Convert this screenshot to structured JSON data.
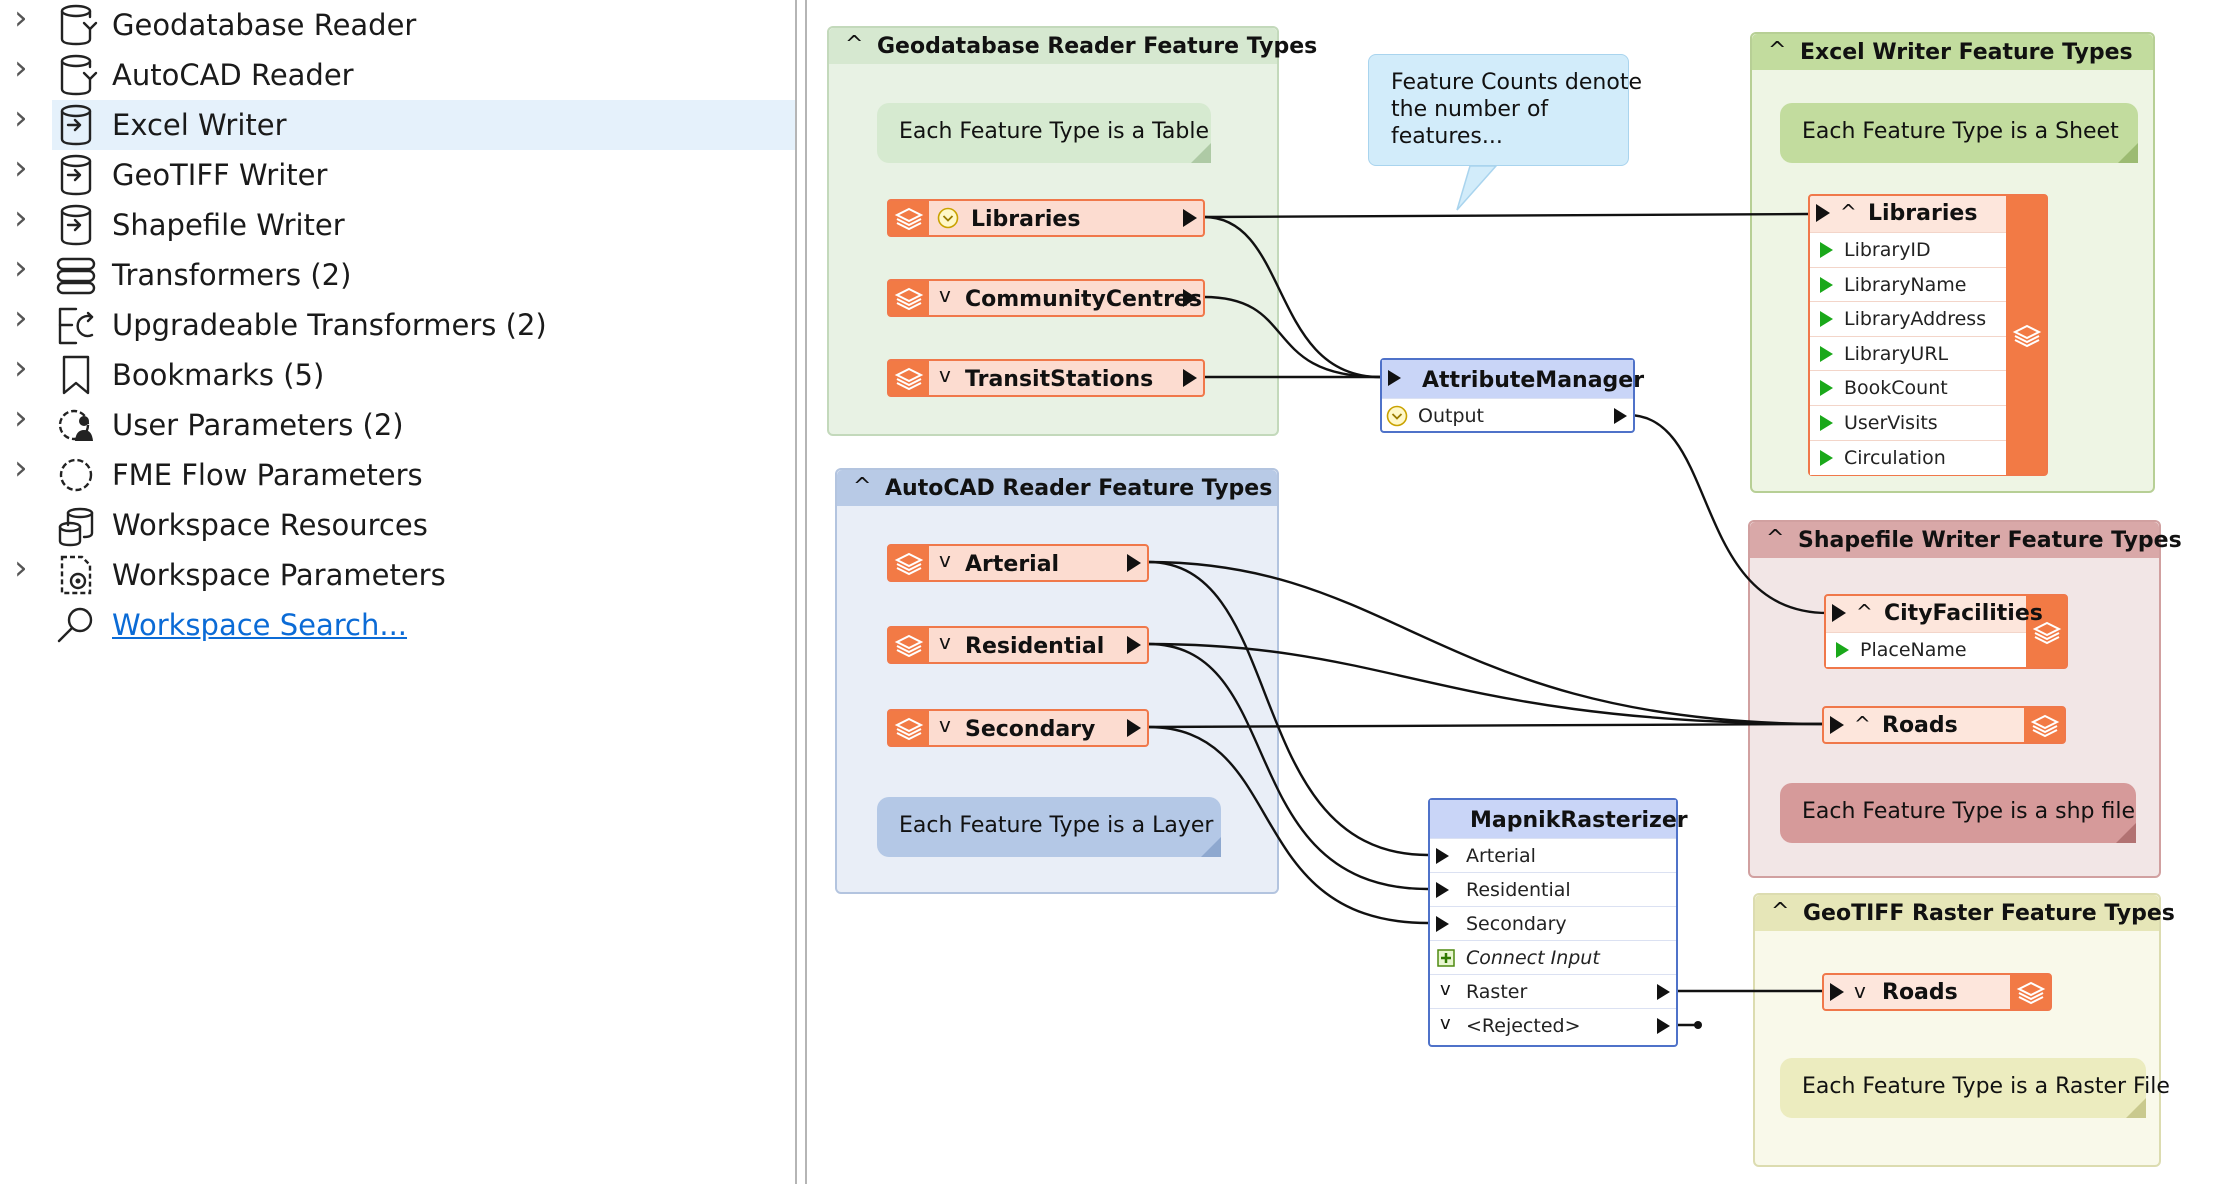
{
  "sidebar": {
    "items": [
      {
        "label": "Geodatabase Reader",
        "icon": "database-reader-icon"
      },
      {
        "label": "AutoCAD Reader",
        "icon": "database-reader-icon"
      },
      {
        "label": "Excel Writer",
        "icon": "database-writer-icon"
      },
      {
        "label": "GeoTIFF Writer",
        "icon": "database-writer-icon"
      },
      {
        "label": "Shapefile Writer",
        "icon": "database-writer-icon"
      },
      {
        "label": "Transformers (2)",
        "icon": "transformers-icon"
      },
      {
        "label": "Upgradeable Transformers (2)",
        "icon": "upgradeable-transformers-icon"
      },
      {
        "label": "Bookmarks (5)",
        "icon": "bookmark-icon"
      },
      {
        "label": "User Parameters (2)",
        "icon": "user-parameters-icon"
      },
      {
        "label": "FME Flow Parameters",
        "icon": "flow-parameters-icon"
      },
      {
        "label": "Workspace Resources",
        "icon": "resources-icon"
      },
      {
        "label": "Workspace Parameters",
        "icon": "workspace-parameters-icon"
      },
      {
        "label": "Workspace Search...",
        "icon": "search-icon"
      }
    ],
    "selected": "Excel Writer"
  },
  "canvas": {
    "bookmarks": {
      "geodatabase": {
        "title": "Geodatabase Reader Feature Types",
        "color": "#e8f2e4",
        "header_color": "#d6e8d0",
        "border": "#c3d9bb"
      },
      "autocad": {
        "title": "AutoCAD Reader Feature Types",
        "color": "#e9eef7",
        "header_color": "#b8cae6",
        "border": "#b3c4df"
      },
      "excel": {
        "title": "Excel Writer Feature Types",
        "color": "#eef5e4",
        "header_color": "#c2dc9e",
        "border": "#b7cf95"
      },
      "shapefile": {
        "title": "Shapefile Writer Feature Types",
        "color": "#f2e6e6",
        "header_color": "#d9a8a8",
        "border": "#d1a0a0"
      },
      "geotiff": {
        "title": "GeoTIFF Raster Feature Types",
        "color": "#f9f9ea",
        "header_color": "#e6e6b8",
        "border": "#dcdcb0"
      }
    },
    "annotations": {
      "gdb_note": "Each Feature Type is a Table",
      "acad_note": "Each Feature Type is a Layer",
      "excel_note": "Each Feature Type is a Sheet",
      "shp_note": "Each Feature Type is a shp file",
      "tif_note": "Each Feature Type is a Raster File",
      "callout_line1": "Feature Counts denote",
      "callout_line2": "the number of",
      "callout_line3": "features..."
    },
    "readers": {
      "libraries": "Libraries",
      "community": "CommunityCentres",
      "transit": "TransitStations",
      "arterial": "Arterial",
      "residential": "Residential",
      "secondary": "Secondary"
    },
    "attribute_manager": {
      "title": "AttributeManager",
      "output": "Output"
    },
    "mapnik": {
      "title": "MapnikRasterizer",
      "inputs": [
        "Arterial",
        "Residential",
        "Secondary"
      ],
      "connect_input": "Connect Input",
      "outputs": [
        "Raster",
        "<Rejected>"
      ]
    },
    "writers": {
      "excel_libraries": {
        "title": "Libraries",
        "attributes": [
          "LibraryID",
          "LibraryName",
          "LibraryAddress",
          "LibraryURL",
          "BookCount",
          "UserVisits",
          "Circulation"
        ]
      },
      "city_facilities": {
        "title": "CityFacilities",
        "attributes": [
          "PlaceName"
        ]
      },
      "shp_roads": {
        "title": "Roads"
      },
      "tif_roads": {
        "title": "Roads"
      }
    }
  }
}
